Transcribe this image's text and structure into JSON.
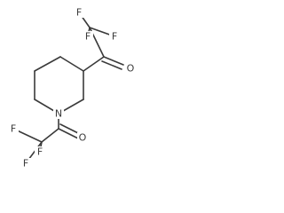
{
  "molecule": {
    "atoms": {
      "f1": {
        "symbol": "F",
        "color": "#3a3a3a"
      },
      "f2": {
        "symbol": "F",
        "color": "#3a3a3a"
      },
      "f3": {
        "symbol": "F",
        "color": "#3a3a3a"
      },
      "o_top": {
        "symbol": "O",
        "color": "#3a3a3a"
      },
      "n": {
        "symbol": "N",
        "color": "#3a3a3a"
      },
      "o_bottom": {
        "symbol": "O",
        "color": "#3a3a3a"
      },
      "f4": {
        "symbol": "F",
        "color": "#3a3a3a"
      },
      "f5": {
        "symbol": "F",
        "color": "#3a3a3a"
      },
      "f6": {
        "symbol": "F",
        "color": "#3a3a3a"
      }
    }
  }
}
